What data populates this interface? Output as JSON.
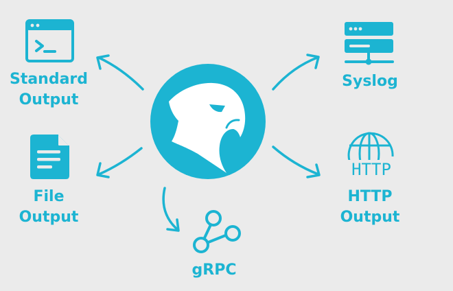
{
  "diagram": {
    "accent_color": "#1cb4d2",
    "background_color": "#ebebeb",
    "center": {
      "icon": "eagle-logo-icon"
    },
    "outputs": [
      {
        "id": "standard-output",
        "icon": "terminal-window-icon",
        "label_lines": [
          "Standard",
          "Output"
        ]
      },
      {
        "id": "file-output",
        "icon": "document-icon",
        "label_lines": [
          "File",
          "Output"
        ]
      },
      {
        "id": "grpc",
        "icon": "share-nodes-icon",
        "label_lines": [
          "gRPC"
        ]
      },
      {
        "id": "syslog",
        "icon": "server-rack-icon",
        "label_lines": [
          "Syslog"
        ]
      },
      {
        "id": "http-output",
        "icon": "globe-http-icon",
        "icon_text": "HTTP",
        "label_lines": [
          "HTTP",
          "Output"
        ]
      }
    ]
  }
}
